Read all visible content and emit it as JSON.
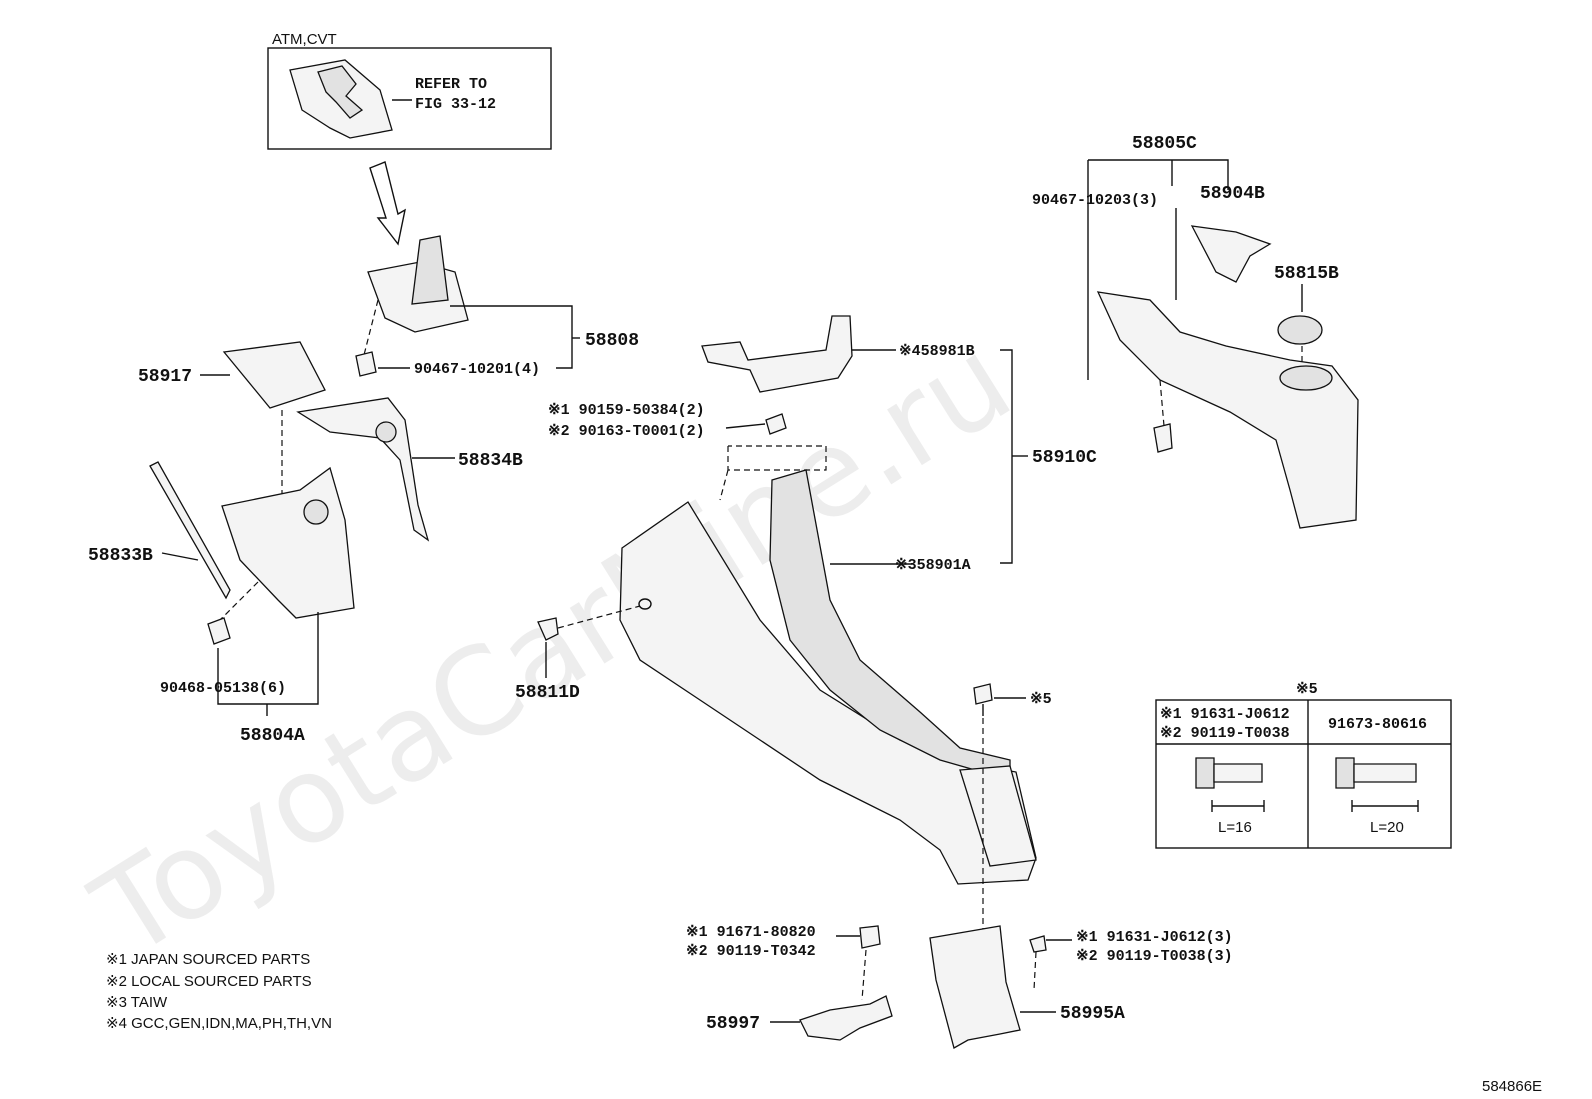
{
  "watermark": "ToyotaCarMine.ru",
  "inset": {
    "caption": "ATM,CVT",
    "refer_line1": "REFER TO",
    "refer_line2": "FIG 33-12"
  },
  "parts": {
    "p58808": "58808",
    "p90467_10201": "90467-10201(4)",
    "p58917": "58917",
    "p58834B": "58834B",
    "p58833B": "58833B",
    "p90468_05138": "90468-05138(6)",
    "p58804A": "58804A",
    "p58981B": "※458981B",
    "p90159": "※1 90159-50384(2)",
    "p90163": "※2 90163-T0001(2)",
    "p58910C": "58910C",
    "p58901A": "※358901A",
    "p58811D": "58811D",
    "p58805C": "58805C",
    "p90467_10203": "90467-10203(3)",
    "p58904B": "58904B",
    "p58815B": "58815B",
    "p_x5": "※5",
    "p91671": "※1 91671-80820",
    "p90119_T0342": "※2 90119-T0342",
    "p58997": "58997",
    "p91631_3": "※1 91631-J0612(3)",
    "p90119_T0038_3": "※2 90119-T0038(3)",
    "p58995A": "58995A"
  },
  "table": {
    "title": "※5",
    "col1_line1": "※1 91631-J0612",
    "col1_line2": "※2 90119-T0038",
    "col2": "91673-80616",
    "len1": "L=16",
    "len2": "L=20"
  },
  "legend": [
    "※1 JAPAN SOURCED PARTS",
    "※2 LOCAL SOURCED PARTS",
    "※3 TAIW",
    "※4 GCC,GEN,IDN,MA,PH,TH,VN"
  ],
  "figure_id": "584866E"
}
